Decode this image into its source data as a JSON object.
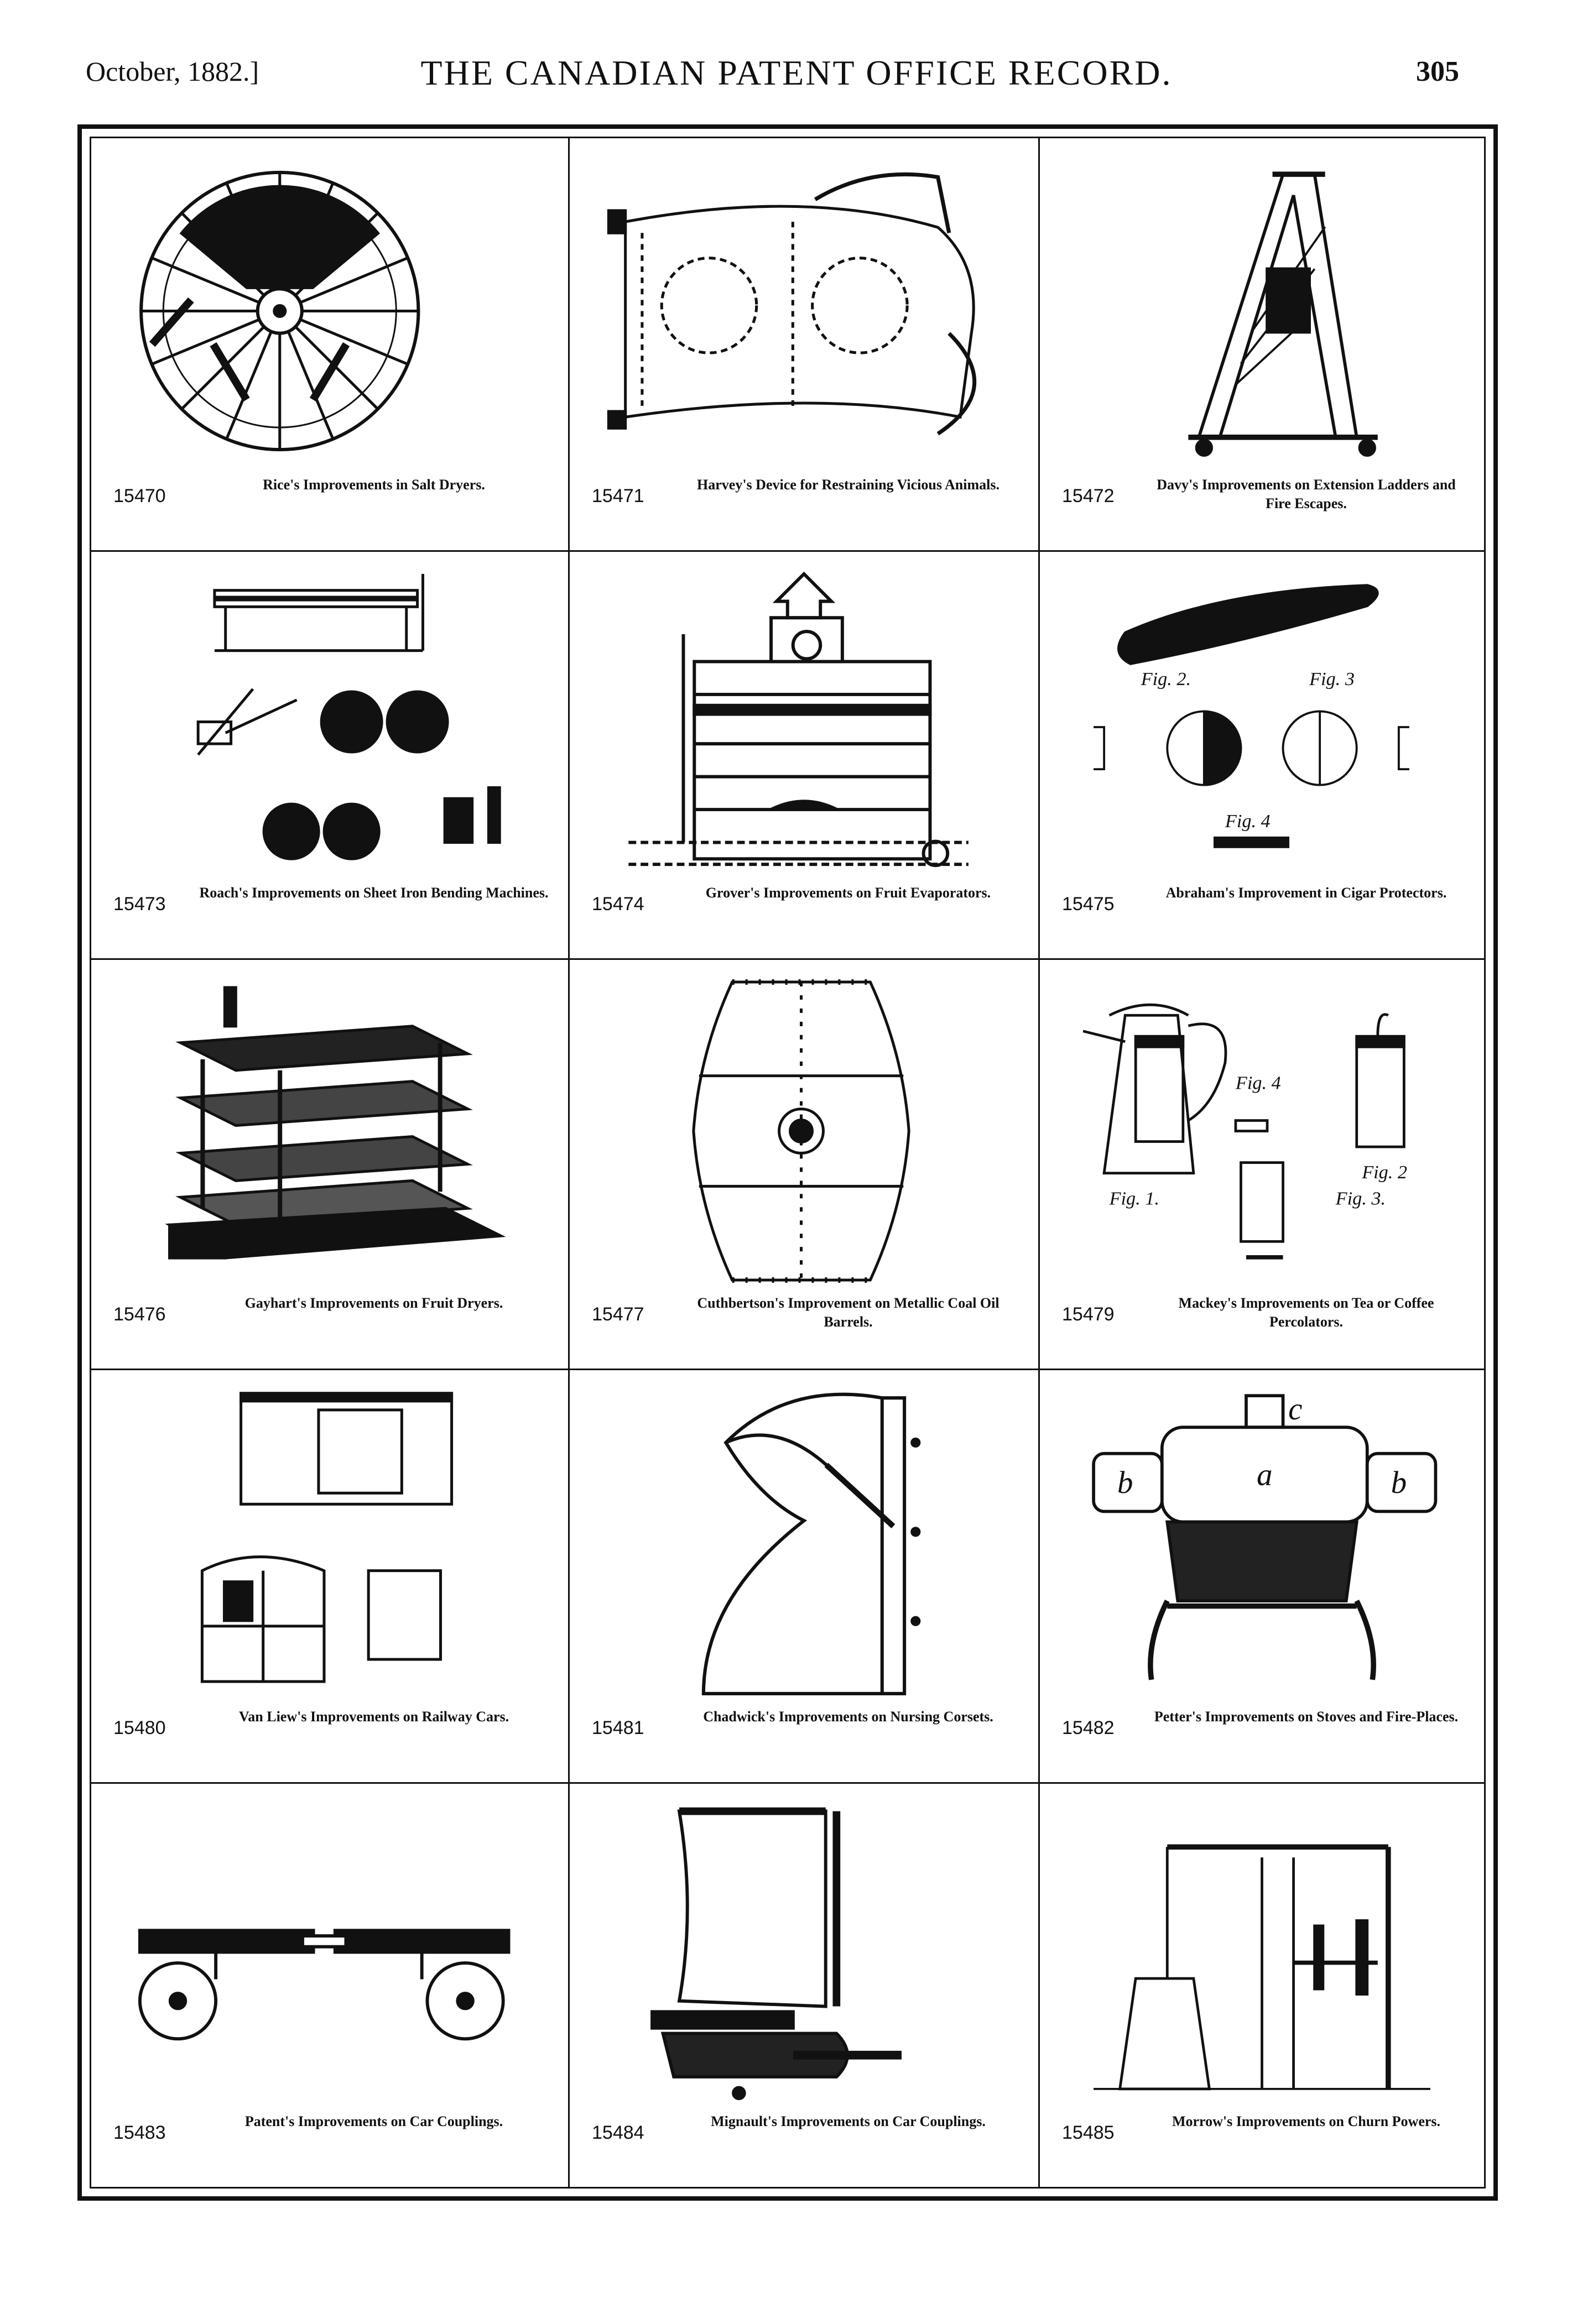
{
  "header": {
    "date": "October, 1882.]",
    "title": "THE CANADIAN PATENT OFFICE RECORD.",
    "page_number": "305"
  },
  "patents": [
    {
      "number": "15470",
      "title": "Rice's Improvements in Salt Dryers."
    },
    {
      "number": "15471",
      "title": "Harvey's Device for Restraining Vicious Animals."
    },
    {
      "number": "15472",
      "title": "Davy's Improvements on Extension Ladders and Fire Escapes."
    },
    {
      "number": "15473",
      "title": "Roach's Improvements on Sheet Iron Bending Machines."
    },
    {
      "number": "15474",
      "title": "Grover's Improvements on Fruit Evaporators."
    },
    {
      "number": "15475",
      "title": "Abraham's Improvement in Cigar Protectors."
    },
    {
      "number": "15476",
      "title": "Gayhart's Improvements on Fruit Dryers."
    },
    {
      "number": "15477",
      "title": "Cuthbertson's Improvement on Metallic Coal Oil Barrels."
    },
    {
      "number": "15479",
      "title": "Mackey's Improvements on Tea or Coffee Percolators."
    },
    {
      "number": "15480",
      "title": "Van Liew's Improvements on Railway Cars."
    },
    {
      "number": "15481",
      "title": "Chadwick's Improvements on Nursing Corsets."
    },
    {
      "number": "15482",
      "title": "Petter's Improvements on Stoves and Fire-Places."
    },
    {
      "number": "15483",
      "title": "Patent's Improvements on Car Couplings."
    },
    {
      "number": "15484",
      "title": "Mignault's Improvements on Car Couplings."
    },
    {
      "number": "15485",
      "title": "Morrow's Improvements on Churn Powers."
    }
  ],
  "figure_labels": {
    "cigar": [
      "Fig. 2.",
      "Fig. 3",
      "Fig. 4"
    ],
    "percolator": [
      "Fig. 1.",
      "Fig. 2",
      "Fig. 3.",
      "Fig. 4"
    ],
    "stove": [
      "a",
      "b",
      "b",
      "c"
    ]
  }
}
